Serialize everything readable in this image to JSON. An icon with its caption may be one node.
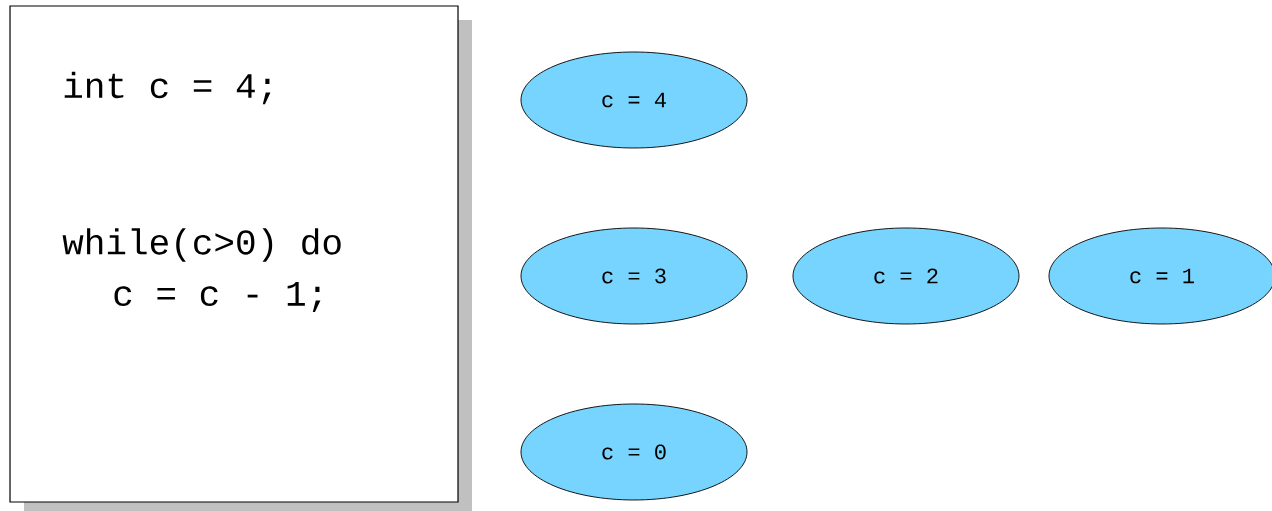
{
  "diagram": {
    "nodes": [
      {
        "text": [
          "int c = 4;",
          "while(c>0) do",
          "c = c - 1;"
        ]
      },
      {
        "text": [
          "c = 4"
        ]
      },
      {
        "text": [
          "c = 3"
        ]
      },
      {
        "text": [
          "c = 2"
        ]
      },
      {
        "text": [
          "c = 1"
        ]
      },
      {
        "text": [
          "c = 0"
        ]
      }
    ]
  }
}
